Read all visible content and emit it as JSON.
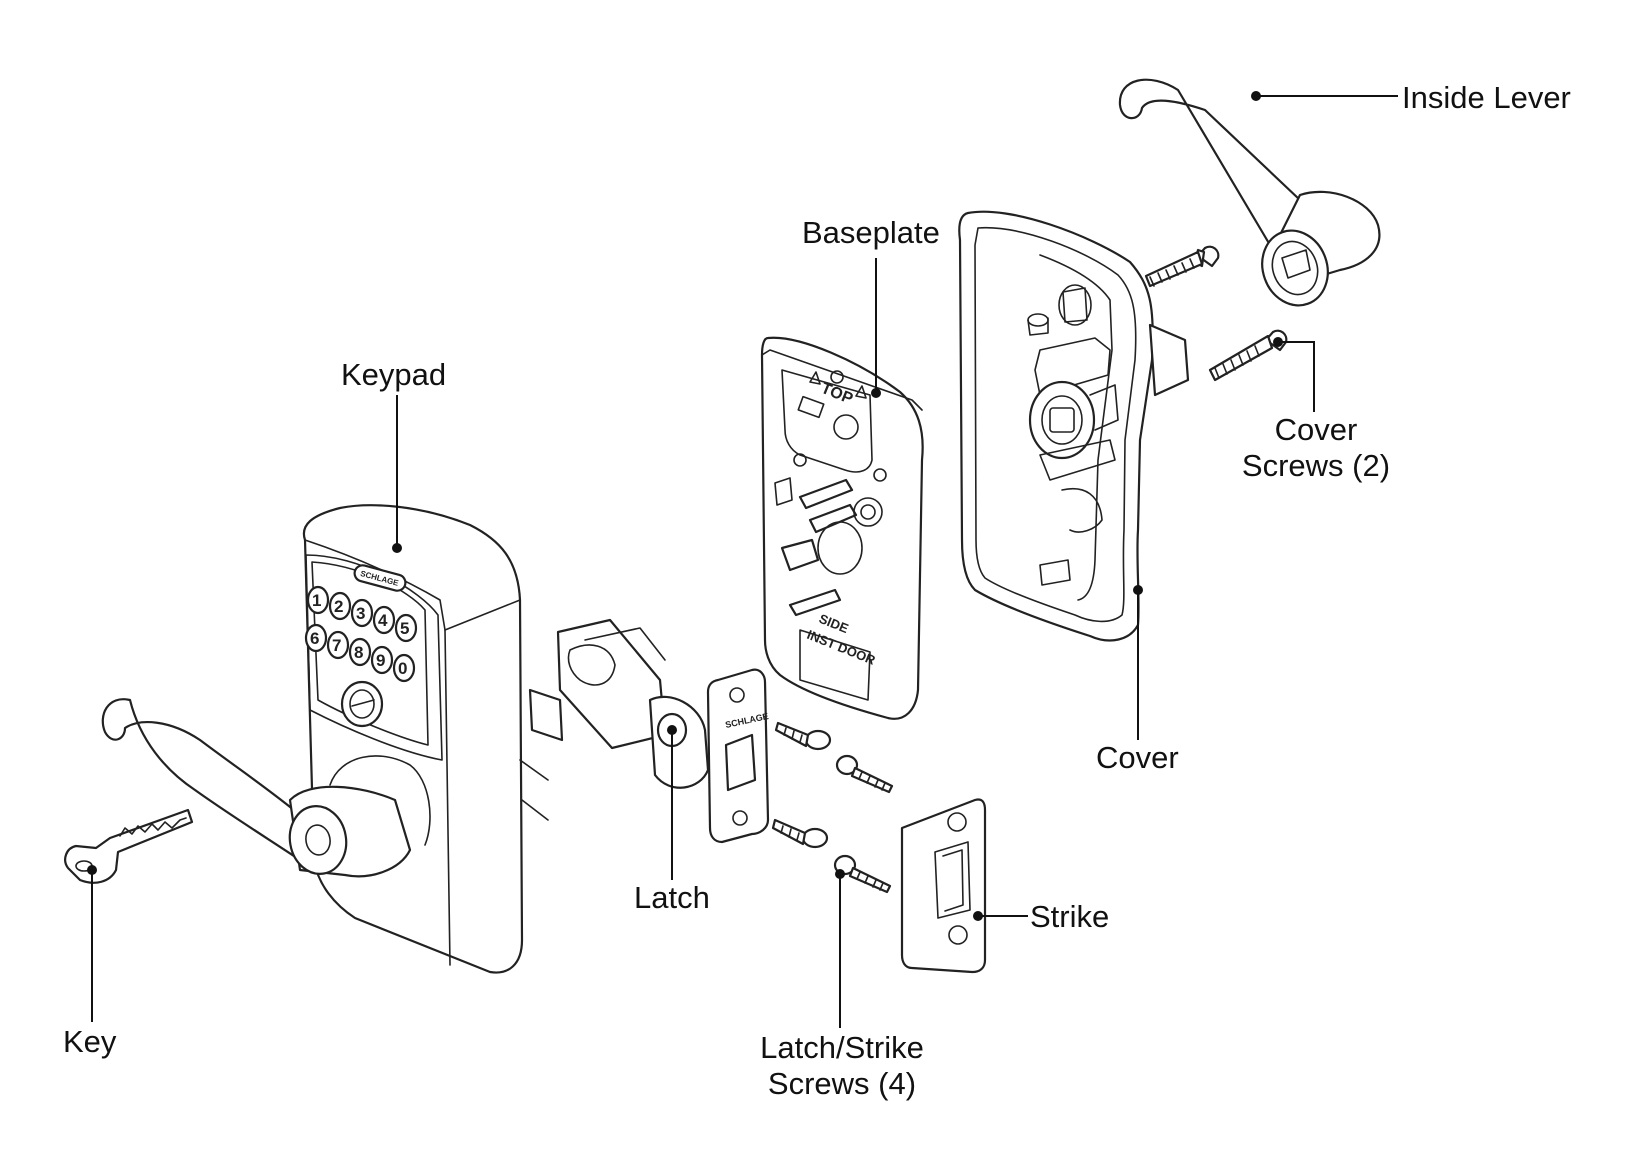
{
  "labels": {
    "inside_lever": "Inside Lever",
    "baseplate": "Baseplate",
    "cover_screws_line1": "Cover",
    "cover_screws_line2": "Screws (2)",
    "keypad": "Keypad",
    "cover": "Cover",
    "latch": "Latch",
    "strike": "Strike",
    "key": "Key",
    "latch_strike_screws_line1": "Latch/Strike",
    "latch_strike_screws_line2": "Screws (4)"
  },
  "markings": {
    "baseplate_top": "TOP",
    "baseplate_side": "SIDE",
    "baseplate_door": "INST DOOR",
    "keypad_brand": "SCHLAGE",
    "latch_brand": "SCHLAGE"
  },
  "keypad_keys": [
    "1",
    "2",
    "3",
    "4",
    "5",
    "6",
    "7",
    "8",
    "9",
    "0"
  ],
  "colors": {
    "line": "#222222",
    "background": "#ffffff"
  }
}
